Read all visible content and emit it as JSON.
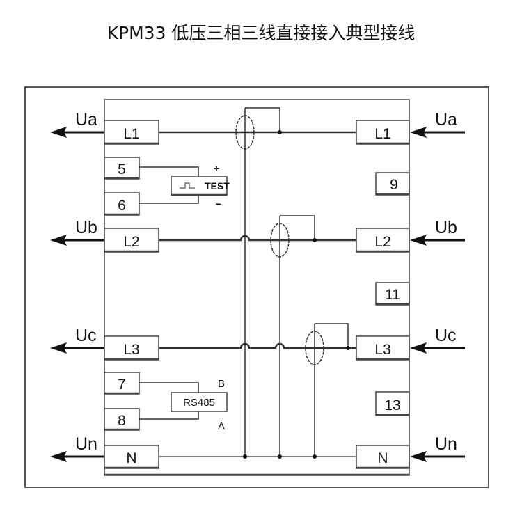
{
  "title": "KPM33 低压三相三线直接接入典型接线",
  "left_terminals": [
    {
      "id": "L1",
      "label": "L1",
      "signal": "Ua"
    },
    {
      "id": "5",
      "label": "5"
    },
    {
      "id": "6",
      "label": "6"
    },
    {
      "id": "L2",
      "label": "L2",
      "signal": "Ub"
    },
    {
      "id": "L3",
      "label": "L3",
      "signal": "Uc"
    },
    {
      "id": "7",
      "label": "7"
    },
    {
      "id": "8",
      "label": "8"
    },
    {
      "id": "N",
      "label": "N",
      "signal": "Un"
    }
  ],
  "right_terminals": [
    {
      "id": "L1",
      "label": "L1",
      "signal": "Ua"
    },
    {
      "id": "9",
      "label": "9"
    },
    {
      "id": "L2",
      "label": "L2",
      "signal": "Ub"
    },
    {
      "id": "11",
      "label": "11"
    },
    {
      "id": "L3",
      "label": "L3",
      "signal": "Uc"
    },
    {
      "id": "13",
      "label": "13"
    },
    {
      "id": "N",
      "label": "N",
      "signal": "Un"
    }
  ],
  "test_module": {
    "label": "TEST",
    "plus": "+",
    "minus": "−"
  },
  "rs485_module": {
    "label": "RS485",
    "b_label": "B",
    "a_label": "A"
  },
  "colors": {
    "line": "#222222",
    "frame": "#555555",
    "background": "#ffffff"
  }
}
